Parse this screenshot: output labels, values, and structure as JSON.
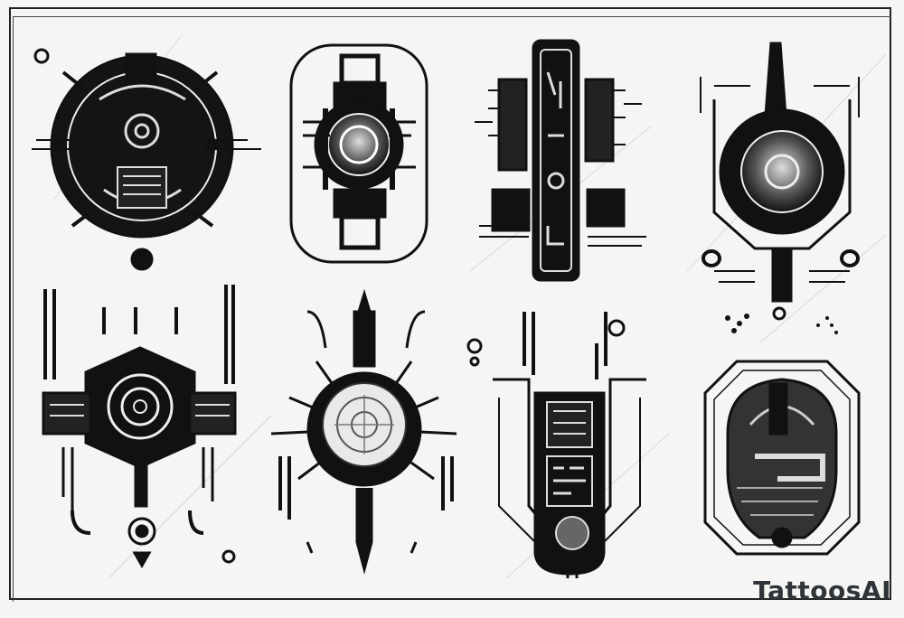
{
  "image": {
    "description_kind": "tattoo flash sheet",
    "palette": {
      "ink": "#111111",
      "paper": "#f5f5f4",
      "grey": "#7a7a7a"
    },
    "designs": [
      {
        "name": "circuit-medallion"
      },
      {
        "name": "capsule-reactor"
      },
      {
        "name": "vertical-chip-totem"
      },
      {
        "name": "shield-core"
      },
      {
        "name": "hex-spiral-emblem"
      },
      {
        "name": "sun-gear-spire"
      },
      {
        "name": "circuit-pod"
      },
      {
        "name": "octagon-helmet"
      }
    ]
  },
  "watermark": {
    "text": "TattoosAI"
  }
}
